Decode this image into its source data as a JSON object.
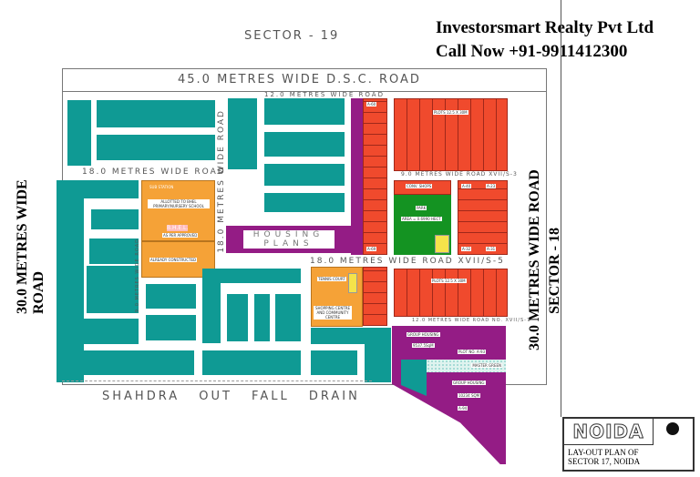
{
  "header": {
    "company": "Investorsmart Realty Pvt Ltd",
    "phone": "Call Now +91-9911412300"
  },
  "map": {
    "sector_north": "SECTOR - 19",
    "sector_east": "SECTOR - 18",
    "top_road": "45.0 METRES WIDE D.S.C. ROAD",
    "left_road": "30.0 METRES WIDE ROAD",
    "right_road": "30.0 METRES WIDE ROAD",
    "road_18_top": "18.0 METRES WIDE ROAD",
    "road_18_vertical": "18.0 METRES WIDE ROAD",
    "road_18_mid": "18.0 METRES WIDE ROAD XVII/S-5",
    "road_12": "12.0 METRES WIDE ROAD",
    "road_9_s3": "9.0 METRES WIDE ROAD XVII/S-3",
    "road_12_s7": "12.0 METRES WIDE ROAD NO. XVII/S-7",
    "road_9_left": "9.0 METRES WIDE ROAD",
    "drain": "SHAHDRA OUT FALL DRAIN",
    "housing_plans": "HOUSING PLANS",
    "bhel": "B.H.E.L.",
    "bhel_note": "AS PER APPROVED",
    "substation": "SUB STATION",
    "school": "ALLOTTED TO BHEL PRIMARY/NURSERY SCHOOL",
    "already_constructed": "ALREADY CONSTRUCTED",
    "conv_shops": "CONV. SHOPS",
    "park": "PARK",
    "park_area": "AREA = 0.6990 HECT",
    "plots_top": "PLOTS 12.5 X 30M",
    "plots_mid": "PLOTS 12.5 X 30M",
    "tennis": "TENNIS COURT",
    "shopping": "SHOPPING CENTRE AND COMMUNITY CENTRE",
    "group_housing_1": "GROUP HOUSING",
    "group_housing_1_area": "9537.5SqM",
    "group_housing_2": "GROUP HOUSING",
    "group_housing_2_area": "10234 SQM",
    "plot_a93": "PLOT NO. A-93",
    "plot_a94": "A-94",
    "master_green": "MASTER GREEN",
    "plot_a60": "A-60",
    "plot_a69": "A-69",
    "plot_a40": "A-40",
    "plot_a23": "A-23",
    "plot_a32": "A-32",
    "plot_a31": "A-31"
  },
  "title_block": {
    "logo": "NOIDA",
    "title": "LAY-OUT PLAN OF SECTOR 17, NOIDA"
  },
  "colors": {
    "residential": "#0f9a94",
    "institutional": "#f5a237",
    "plots": "#f04a2d",
    "housing": "#941c85",
    "park": "#149322"
  }
}
